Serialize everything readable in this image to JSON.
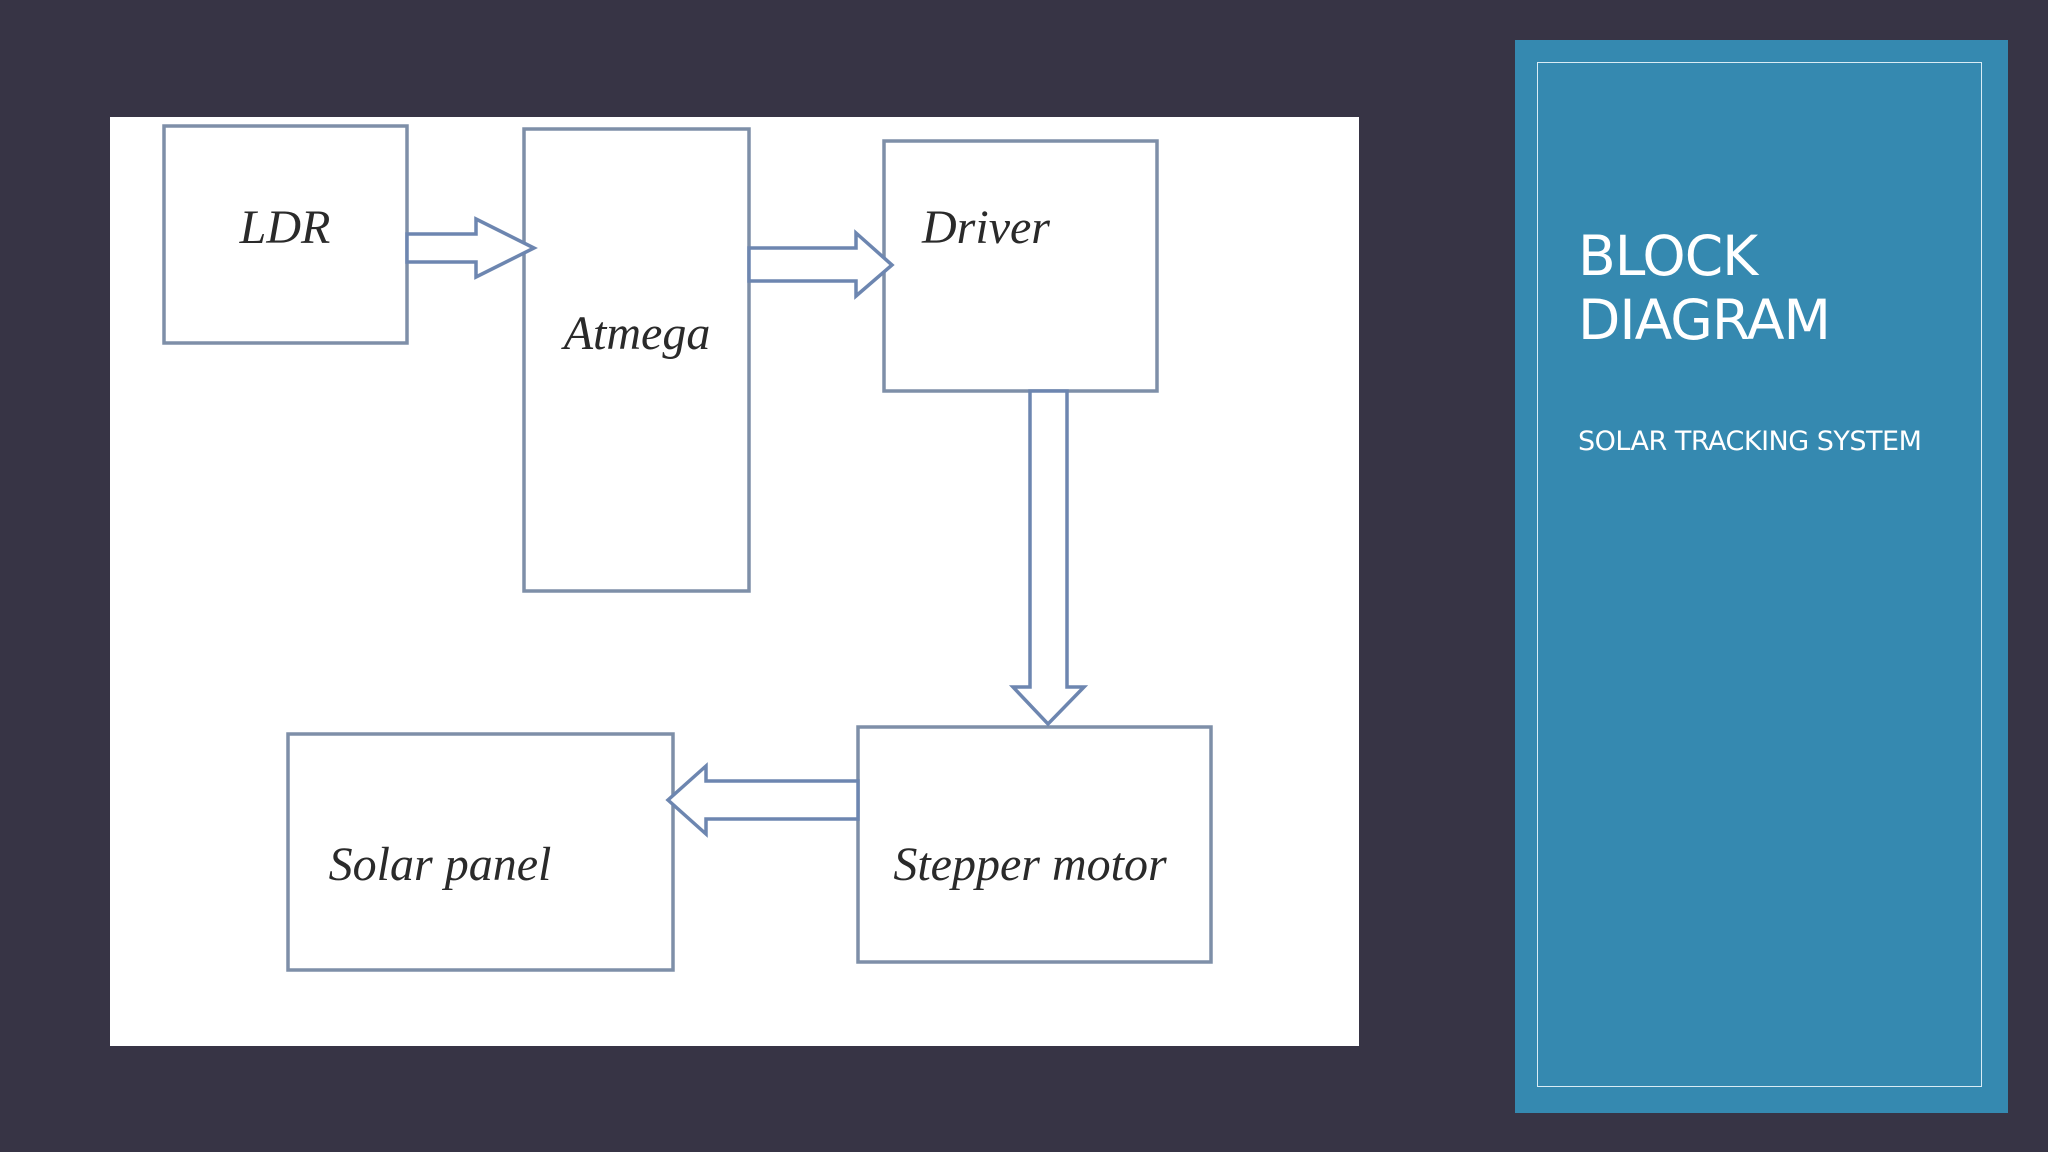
{
  "slide": {
    "title": "BLOCK\nDIAGRAM",
    "subtitle": "SOLAR TRACKING SYSTEM"
  },
  "diagram": {
    "nodes": {
      "ldr": "LDR",
      "atmega": "Atmega",
      "driver": "Driver",
      "stepper_motor": "Stepper motor",
      "solar_panel": "Solar panel"
    },
    "edges": [
      {
        "from": "LDR",
        "to": "Atmega"
      },
      {
        "from": "Atmega",
        "to": "Driver"
      },
      {
        "from": "Driver",
        "to": "Stepper motor"
      },
      {
        "from": "Stepper motor",
        "to": "Solar panel"
      }
    ]
  },
  "colors": {
    "background": "#373445",
    "panel": "#3589b0",
    "block_border": "#7e8fa8",
    "arrow_outline": "#6d86b0"
  }
}
